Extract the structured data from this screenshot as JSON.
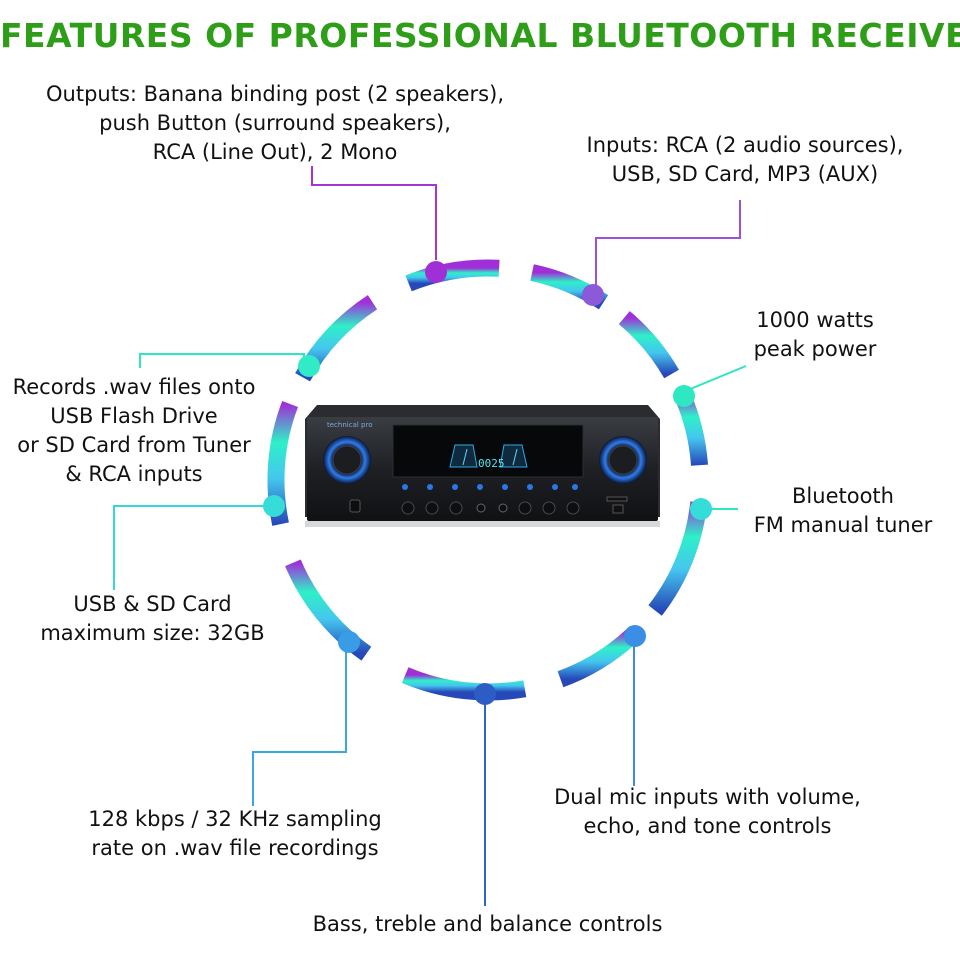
{
  "title": "FEATURES OF PROFESSIONAL BLUETOOTH RECEIVER",
  "features": {
    "outputs": [
      "Outputs: Banana binding post (2 speakers),",
      "push Button (surround speakers),",
      "RCA (Line Out), 2 Mono"
    ],
    "inputs": [
      "Inputs: RCA (2 audio sources),",
      "USB, SD Card, MP3 (AUX)"
    ],
    "power": [
      "1000 watts",
      "peak power"
    ],
    "records": [
      "Records .wav files onto",
      "USB Flash Drive",
      "or SD Card from Tuner",
      "& RCA inputs"
    ],
    "bluetooth": [
      "Bluetooth",
      "FM manual tuner"
    ],
    "usb_sd": [
      "USB & SD Card",
      "maximum size: 32GB"
    ],
    "sampling": [
      "128 kbps / 32 KHz sampling",
      "rate on .wav file recordings"
    ],
    "mic": [
      "Dual mic inputs with volume,",
      "echo, and tone controls"
    ],
    "bass": [
      "Bass, treble and balance controls"
    ]
  },
  "device": {
    "brand": "technical pro",
    "display_time": "0025"
  },
  "colors": {
    "title": "#2e9e18",
    "purple": "#a335d6",
    "teal": "#2ee6c0",
    "blue": "#2d66c8"
  }
}
